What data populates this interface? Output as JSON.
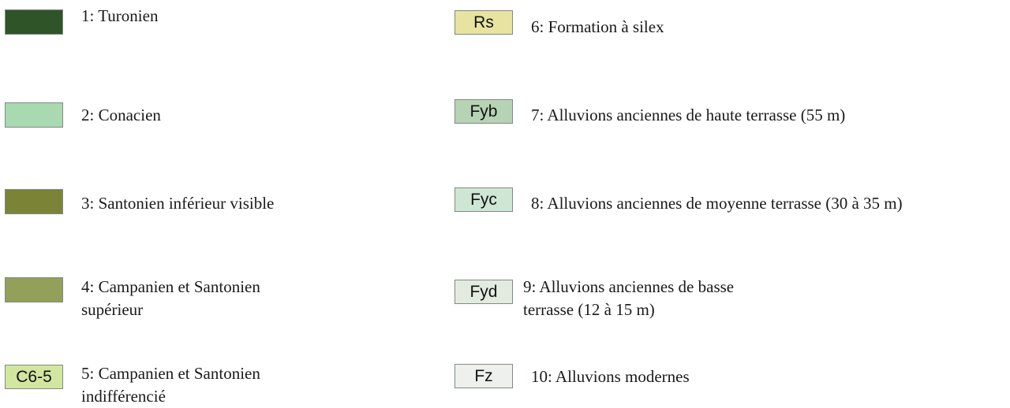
{
  "legend": {
    "items": [
      {
        "number": "1",
        "label": "1: Turonien",
        "label2": "",
        "code": "",
        "color": "#2f5428"
      },
      {
        "number": "2",
        "label": "2: Conacien",
        "label2": "",
        "code": "",
        "color": "#a8d9b0"
      },
      {
        "number": "3",
        "label": "3: Santonien inférieur visible",
        "label2": "",
        "code": "",
        "color": "#7b8436"
      },
      {
        "number": "4",
        "label": "4: Campanien et Santonien",
        "label2": "supérieur",
        "code": "",
        "color": "#92a05a"
      },
      {
        "number": "5",
        "label": "5: Campanien et Santonien",
        "label2": "indifférencié",
        "code": "C6-5",
        "color": "#d2e6a0"
      },
      {
        "number": "6",
        "label": "6: Formation à silex",
        "label2": "",
        "code": "Rs",
        "color": "#e8e3a0"
      },
      {
        "number": "7",
        "label": "7: Alluvions anciennes de haute terrasse (55 m)",
        "label2": "",
        "code": "Fyb",
        "color": "#b6d3b4"
      },
      {
        "number": "8",
        "label": "8: Alluvions anciennes de moyenne terrasse (30 à 35 m)",
        "label2": "",
        "code": "Fyc",
        "color": "#cfe6d4"
      },
      {
        "number": "9",
        "label": "9: Alluvions anciennes de basse",
        "label2": "terrasse (12 à 15 m)",
        "code": "Fyd",
        "color": "#e3ebe0"
      },
      {
        "number": "10",
        "label": "10: Alluvions modernes",
        "label2": "",
        "code": "Fz",
        "color": "#eef0ee"
      }
    ]
  }
}
